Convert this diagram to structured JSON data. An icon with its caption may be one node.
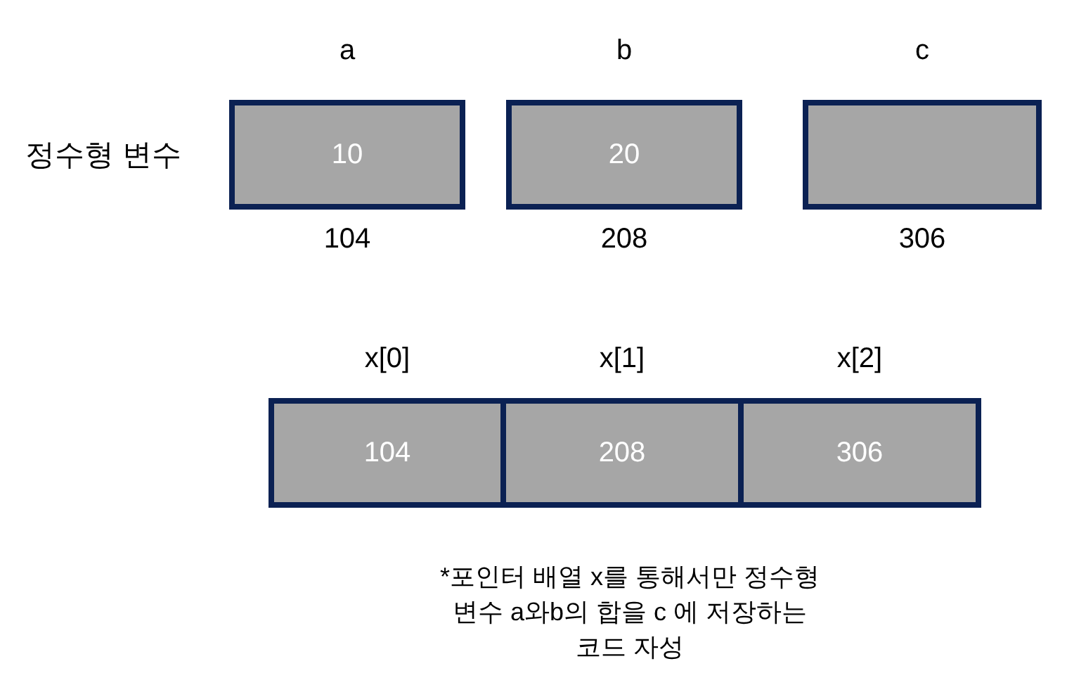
{
  "diagram": {
    "nodes": [
      {
        "text": [
          "a",
          "10"
        ],
        "beside": [
          "104"
        ]
      },
      {
        "text": [
          "b",
          "20"
        ],
        "beside": [
          "208"
        ]
      },
      {
        "text": [
          "c"
        ],
        "beside": [
          "306"
        ]
      },
      {
        "text": [
          "x[0]",
          "104"
        ]
      },
      {
        "text": [
          "x[1]",
          "208"
        ]
      },
      {
        "text": [
          "x[2]",
          "306"
        ]
      }
    ],
    "edges": [],
    "labels": [
      "정수형 변수",
      "*포인터 배열 x를 통해서만 정수형 변수 a와b의 합을 c 에 저장하는 코드 자성"
    ]
  }
}
